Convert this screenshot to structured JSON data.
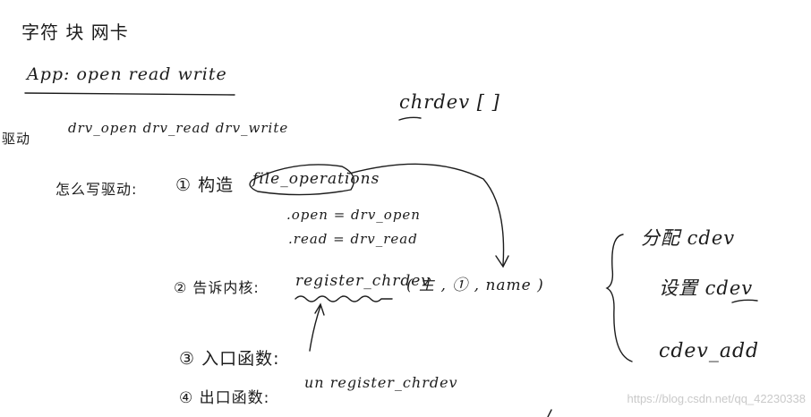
{
  "notes": {
    "types": "字符  块  网卡",
    "app_line": "App:  open   read   write",
    "chrdev": "chrdev [          ]",
    "driver_label": "驱动",
    "drv_funcs": "drv_open    drv_read    drv_write",
    "how_to_write": "怎么写驱动:",
    "step1_label": "① 构造",
    "file_operations": "file_operations",
    "op_open": ".open  = drv_open",
    "op_read": ".read  = drv_read",
    "step2_label": "② 告诉内核:",
    "register_chrdev": "register_chrdev",
    "register_args": "(  主     , ①  ,  name  )",
    "step3": "③  入口函数:",
    "step4_label": "④ 出口函数:",
    "unregister_chrdev": "un register_chrdev",
    "alloc_cdev": "分配 cdev",
    "set_cdev": "设置 cdev",
    "cdev_add": "cdev_add"
  },
  "watermark": "https://blog.csdn.net/qq_42230338"
}
